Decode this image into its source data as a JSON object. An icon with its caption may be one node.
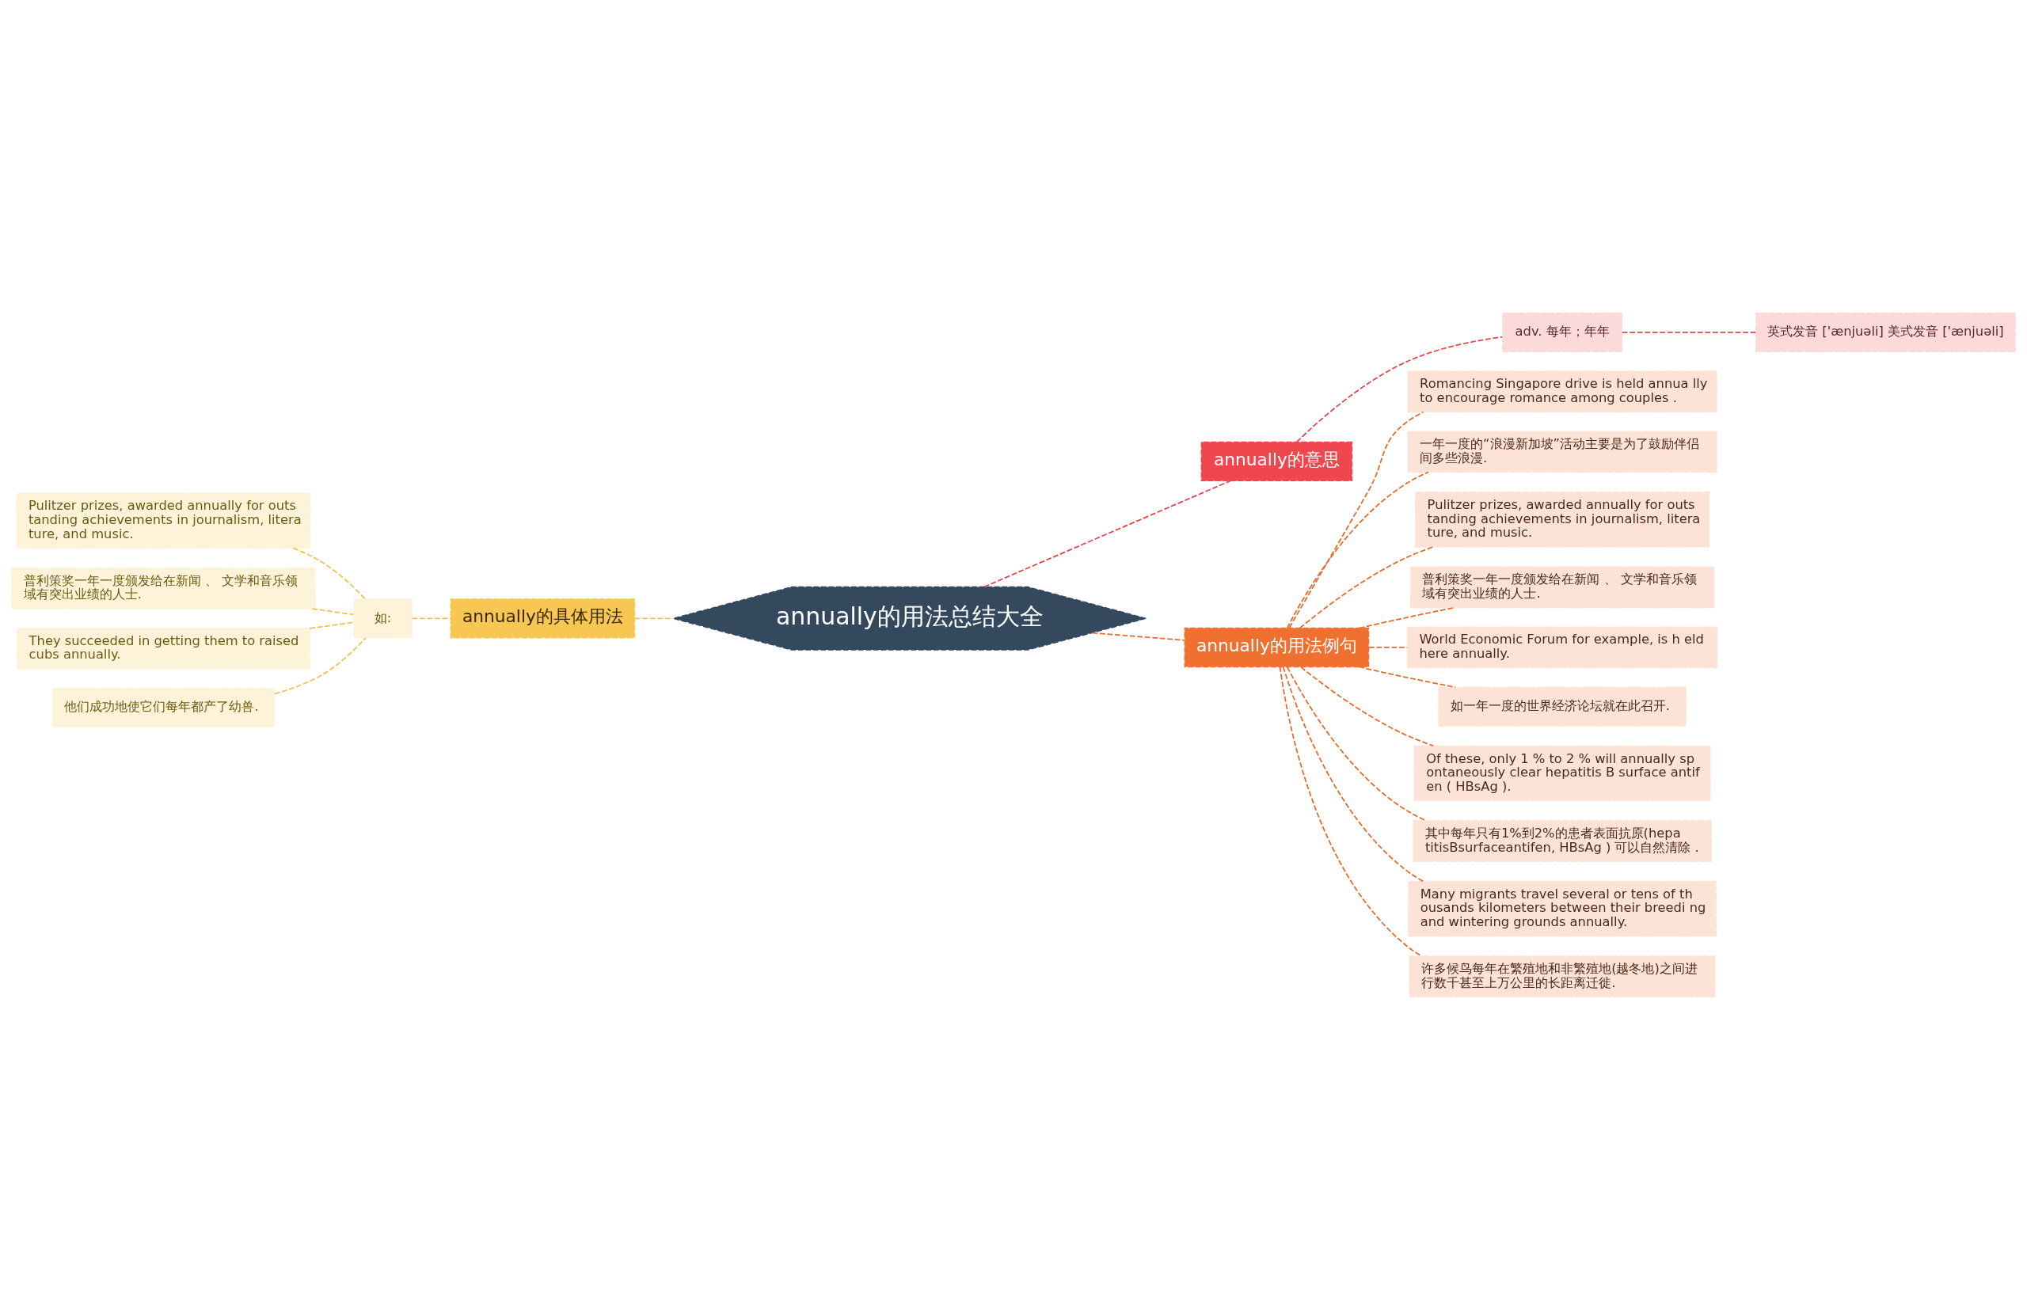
{
  "diagram": {
    "nodes": [
      {
        "text": [
          "annually的用法总结大全"
        ]
      },
      {
        "text": [
          "annually的意思"
        ]
      },
      {
        "text": [
          "adv. 每年；年年"
        ]
      },
      {
        "text": [
          "英式发音 ['ænjuəli] 美式发音 ['ænjuəli]"
        ]
      },
      {
        "text": [
          "annually的用法例句"
        ]
      },
      {
        "text": [
          "Romancing Singapore drive is held annua lly to encourage romance among couples ."
        ]
      },
      {
        "text": [
          "一年一度的“浪漫新加坡”活动主要是为了鼓励伴侣间多些浪漫."
        ]
      },
      {
        "text": [
          "Pulitzer prizes, awarded annually for outs tanding achievements in journalism, litera ture, and music."
        ]
      },
      {
        "text": [
          "普利策奖一年一度颁发给在新闻 、 文学和音乐领域有突出业绩的人士."
        ]
      },
      {
        "text": [
          "World Economic Forum for example, is h eld here annually."
        ]
      },
      {
        "text": [
          "如一年一度的世界经济论坛就在此召开."
        ]
      },
      {
        "text": [
          "Of these, only 1 % to 2 % will annually sp ontaneously clear hepatitis B surface antif en ( HBsAg )."
        ]
      },
      {
        "text": [
          "其中每年只有1%到2%的患者表面抗原(hepa titisBsurfaceantifen, HBsAg ) 可以自然清除 ."
        ]
      },
      {
        "text": [
          "Many migrants travel several or tens of th ousands kilometers between their breedi ng and wintering grounds annually."
        ]
      },
      {
        "text": [
          "许多候鸟每年在繁殖地和非繁殖地(越冬地)之间进行数千甚至上万公里的长距离迁徙."
        ]
      },
      {
        "text": [
          "annually的具体用法"
        ]
      },
      {
        "text": [
          "如:"
        ]
      },
      {
        "text": [
          "Pulitzer prizes, awarded annually for outs tanding achievements in journalism, litera ture, and music."
        ]
      },
      {
        "text": [
          "普利策奖一年一度颁发给在新闻 、 文学和音乐领域有突出业绩的人士."
        ]
      },
      {
        "text": [
          "They succeeded in getting them to raised cubs annually."
        ]
      },
      {
        "text": [
          "他们成功地使它们每年都产了幼兽."
        ]
      }
    ],
    "edges": [
      {
        "from": 0,
        "to": 1,
        "arrow": "none",
        "style": "dashed",
        "color": "#e8424a"
      },
      {
        "from": 1,
        "to": 2,
        "arrow": "none",
        "style": "dashed",
        "color": "#e8424a"
      },
      {
        "from": 2,
        "to": 3,
        "arrow": "none",
        "style": "dashed",
        "color": "#e8424a"
      },
      {
        "from": 0,
        "to": 4,
        "arrow": "none",
        "style": "dashed",
        "color": "#e56b2c"
      },
      {
        "from": 4,
        "to": 5,
        "arrow": "none",
        "style": "dashed",
        "color": "#e56b2c"
      },
      {
        "from": 4,
        "to": 6,
        "arrow": "none",
        "style": "dashed",
        "color": "#e56b2c"
      },
      {
        "from": 4,
        "to": 7,
        "arrow": "none",
        "style": "dashed",
        "color": "#e56b2c"
      },
      {
        "from": 4,
        "to": 8,
        "arrow": "none",
        "style": "dashed",
        "color": "#e56b2c"
      },
      {
        "from": 4,
        "to": 9,
        "arrow": "none",
        "style": "dashed",
        "color": "#e56b2c"
      },
      {
        "from": 4,
        "to": 10,
        "arrow": "none",
        "style": "dashed",
        "color": "#e56b2c"
      },
      {
        "from": 4,
        "to": 11,
        "arrow": "none",
        "style": "dashed",
        "color": "#e56b2c"
      },
      {
        "from": 4,
        "to": 12,
        "arrow": "none",
        "style": "dashed",
        "color": "#e56b2c"
      },
      {
        "from": 4,
        "to": 13,
        "arrow": "none",
        "style": "dashed",
        "color": "#e56b2c"
      },
      {
        "from": 4,
        "to": 14,
        "arrow": "none",
        "style": "dashed",
        "color": "#e56b2c"
      },
      {
        "from": 0,
        "to": 15,
        "arrow": "none",
        "style": "dashed",
        "color": "#f2c14e"
      },
      {
        "from": 15,
        "to": 16,
        "arrow": "none",
        "style": "dashed",
        "color": "#f2c14e"
      },
      {
        "from": 16,
        "to": 17,
        "arrow": "none",
        "style": "dashed",
        "color": "#f2c14e"
      },
      {
        "from": 16,
        "to": 18,
        "arrow": "none",
        "style": "dashed",
        "color": "#f2c14e"
      },
      {
        "from": 16,
        "to": 19,
        "arrow": "none",
        "style": "dashed",
        "color": "#f2c14e"
      },
      {
        "from": 16,
        "to": 20,
        "arrow": "none",
        "style": "dashed",
        "color": "#f2c14e"
      }
    ]
  }
}
